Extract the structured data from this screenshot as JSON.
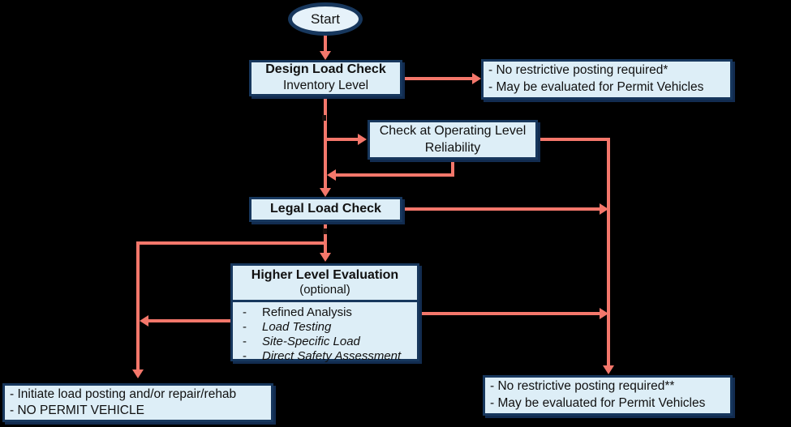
{
  "palette": {
    "background": "#000000",
    "box_fill": "#ddeef7",
    "box_border": "#17375d",
    "arrow": "#f4776b",
    "text": "#111111"
  },
  "flowchart": {
    "start": {
      "label": "Start"
    },
    "design_load_check": {
      "title": "Design Load Check",
      "subtitle": "Inventory Level"
    },
    "no_posting_top": {
      "line1": "- No restrictive posting required*",
      "line2": "- May be evaluated for Permit Vehicles"
    },
    "operating_level": {
      "line1": "Check at Operating Level",
      "line2": "Reliability"
    },
    "legal_load_check": {
      "title": "Legal Load Check"
    },
    "higher_level": {
      "title": "Higher Level Evaluation",
      "subtitle": "(optional)",
      "items": [
        {
          "dash": "-",
          "text": "Refined Analysis"
        },
        {
          "dash": "-",
          "text": "Load Testing"
        },
        {
          "dash": "-",
          "text": "Site-Specific Load"
        },
        {
          "dash": "-",
          "text": "Direct Safety Assessment"
        }
      ]
    },
    "load_posting": {
      "line1": "- Initiate load posting and/or repair/rehab",
      "line2": "- NO PERMIT VEHICLE"
    },
    "no_posting_bottom": {
      "line1": "- No restrictive posting required**",
      "line2": "- May be evaluated for Permit Vehicles"
    }
  }
}
